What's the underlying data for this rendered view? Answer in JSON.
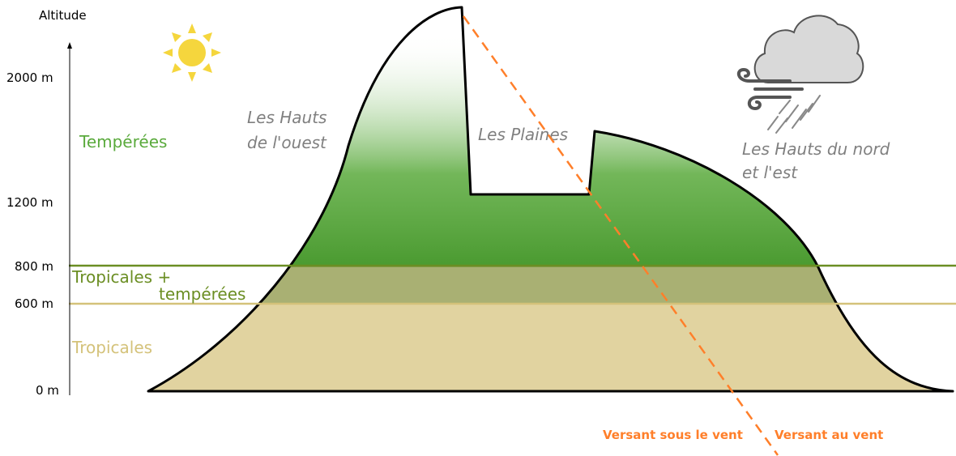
{
  "axis": {
    "title": "Altitude",
    "ticks": [
      {
        "label": "2000 m",
        "value": 2000
      },
      {
        "label": "1200 m",
        "value": 1200
      },
      {
        "label": "800 m",
        "value": 800
      },
      {
        "label": "600 m",
        "value": 600
      },
      {
        "label": "0 m",
        "value": 0
      }
    ]
  },
  "zones": {
    "temperees": "Tempérées",
    "mixed_line1": "Tropicales +",
    "mixed_line2": "tempérées",
    "tropicales": "Tropicales"
  },
  "regions": {
    "west_line1": "Les Hauts",
    "west_line2": "de l'ouest",
    "plaines": "Les Plaines",
    "east_line1": "Les Hauts du nord",
    "east_line2": "et l'est"
  },
  "slopes": {
    "leeward": "Versant sous le vent",
    "windward": "Versant au vent"
  },
  "colors": {
    "temperate_green": "#5aaa3c",
    "mixed_band": "#9aa25a",
    "tropical_sand": "#e1d3a0",
    "line_800": "#6b8e23",
    "line_600": "#d4c27a",
    "wind_line": "#ff7f2a",
    "sun": "#f5d63d",
    "cloud": "#d9d9d9"
  },
  "icons": [
    "sun-icon",
    "cloud-icon",
    "wind-icon",
    "rain-icon"
  ]
}
